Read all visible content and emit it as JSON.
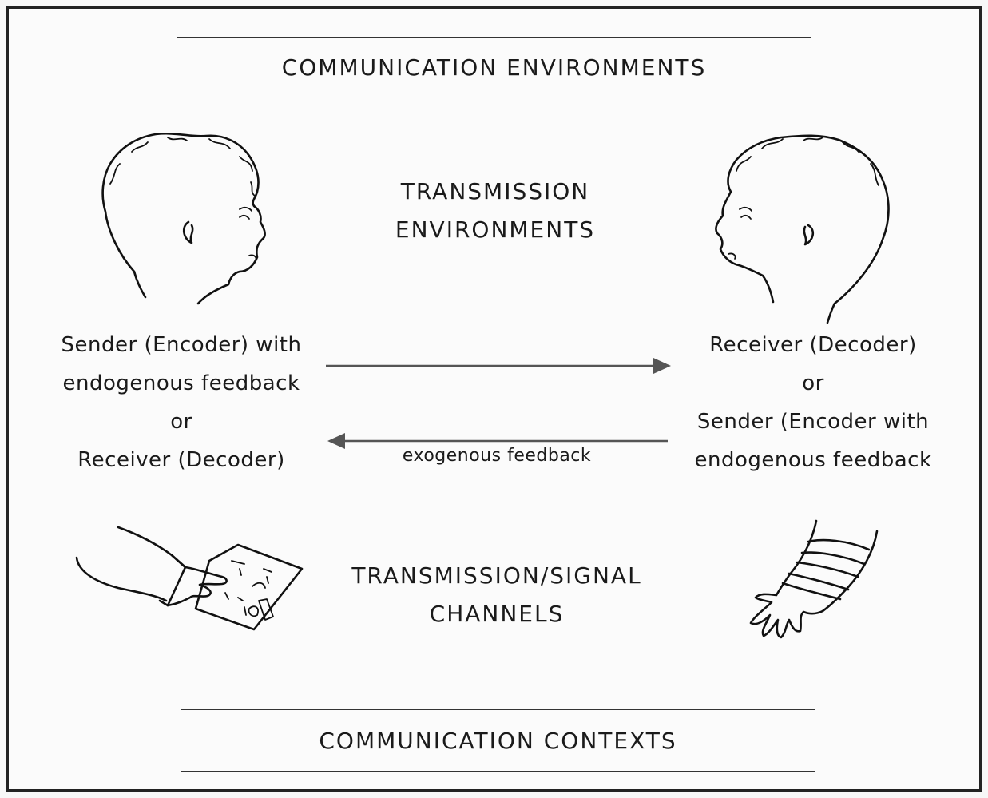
{
  "header": {
    "title": "COMMUNICATION ENVIRONMENTS"
  },
  "footer": {
    "title": "COMMUNICATION CONTEXTS"
  },
  "center": {
    "top_line1": "TRANSMISSION",
    "top_line2": "ENVIRONMENTS",
    "bottom_line1": "TRANSMISSION/SIGNAL",
    "bottom_line2": "CHANNELS"
  },
  "left": {
    "line1": "Sender (Encoder) with",
    "line2": "endogenous feedback",
    "line3": "or",
    "line4": "Receiver (Decoder)"
  },
  "right": {
    "line1": "Receiver (Decoder)",
    "line2": "or",
    "line3": "Sender (Encoder with",
    "line4": "endogenous feedback"
  },
  "arrows": {
    "return_label": "exogenous feedback"
  },
  "icons": {
    "left_head": "person-head-facing-right-icon",
    "right_head": "person-head-facing-left-icon",
    "left_hand": "hand-pointing-at-letter-board-icon",
    "right_hand": "hand-with-wristbands-icon"
  },
  "colors": {
    "ink": "#111111",
    "background": "#fbfbfb"
  }
}
